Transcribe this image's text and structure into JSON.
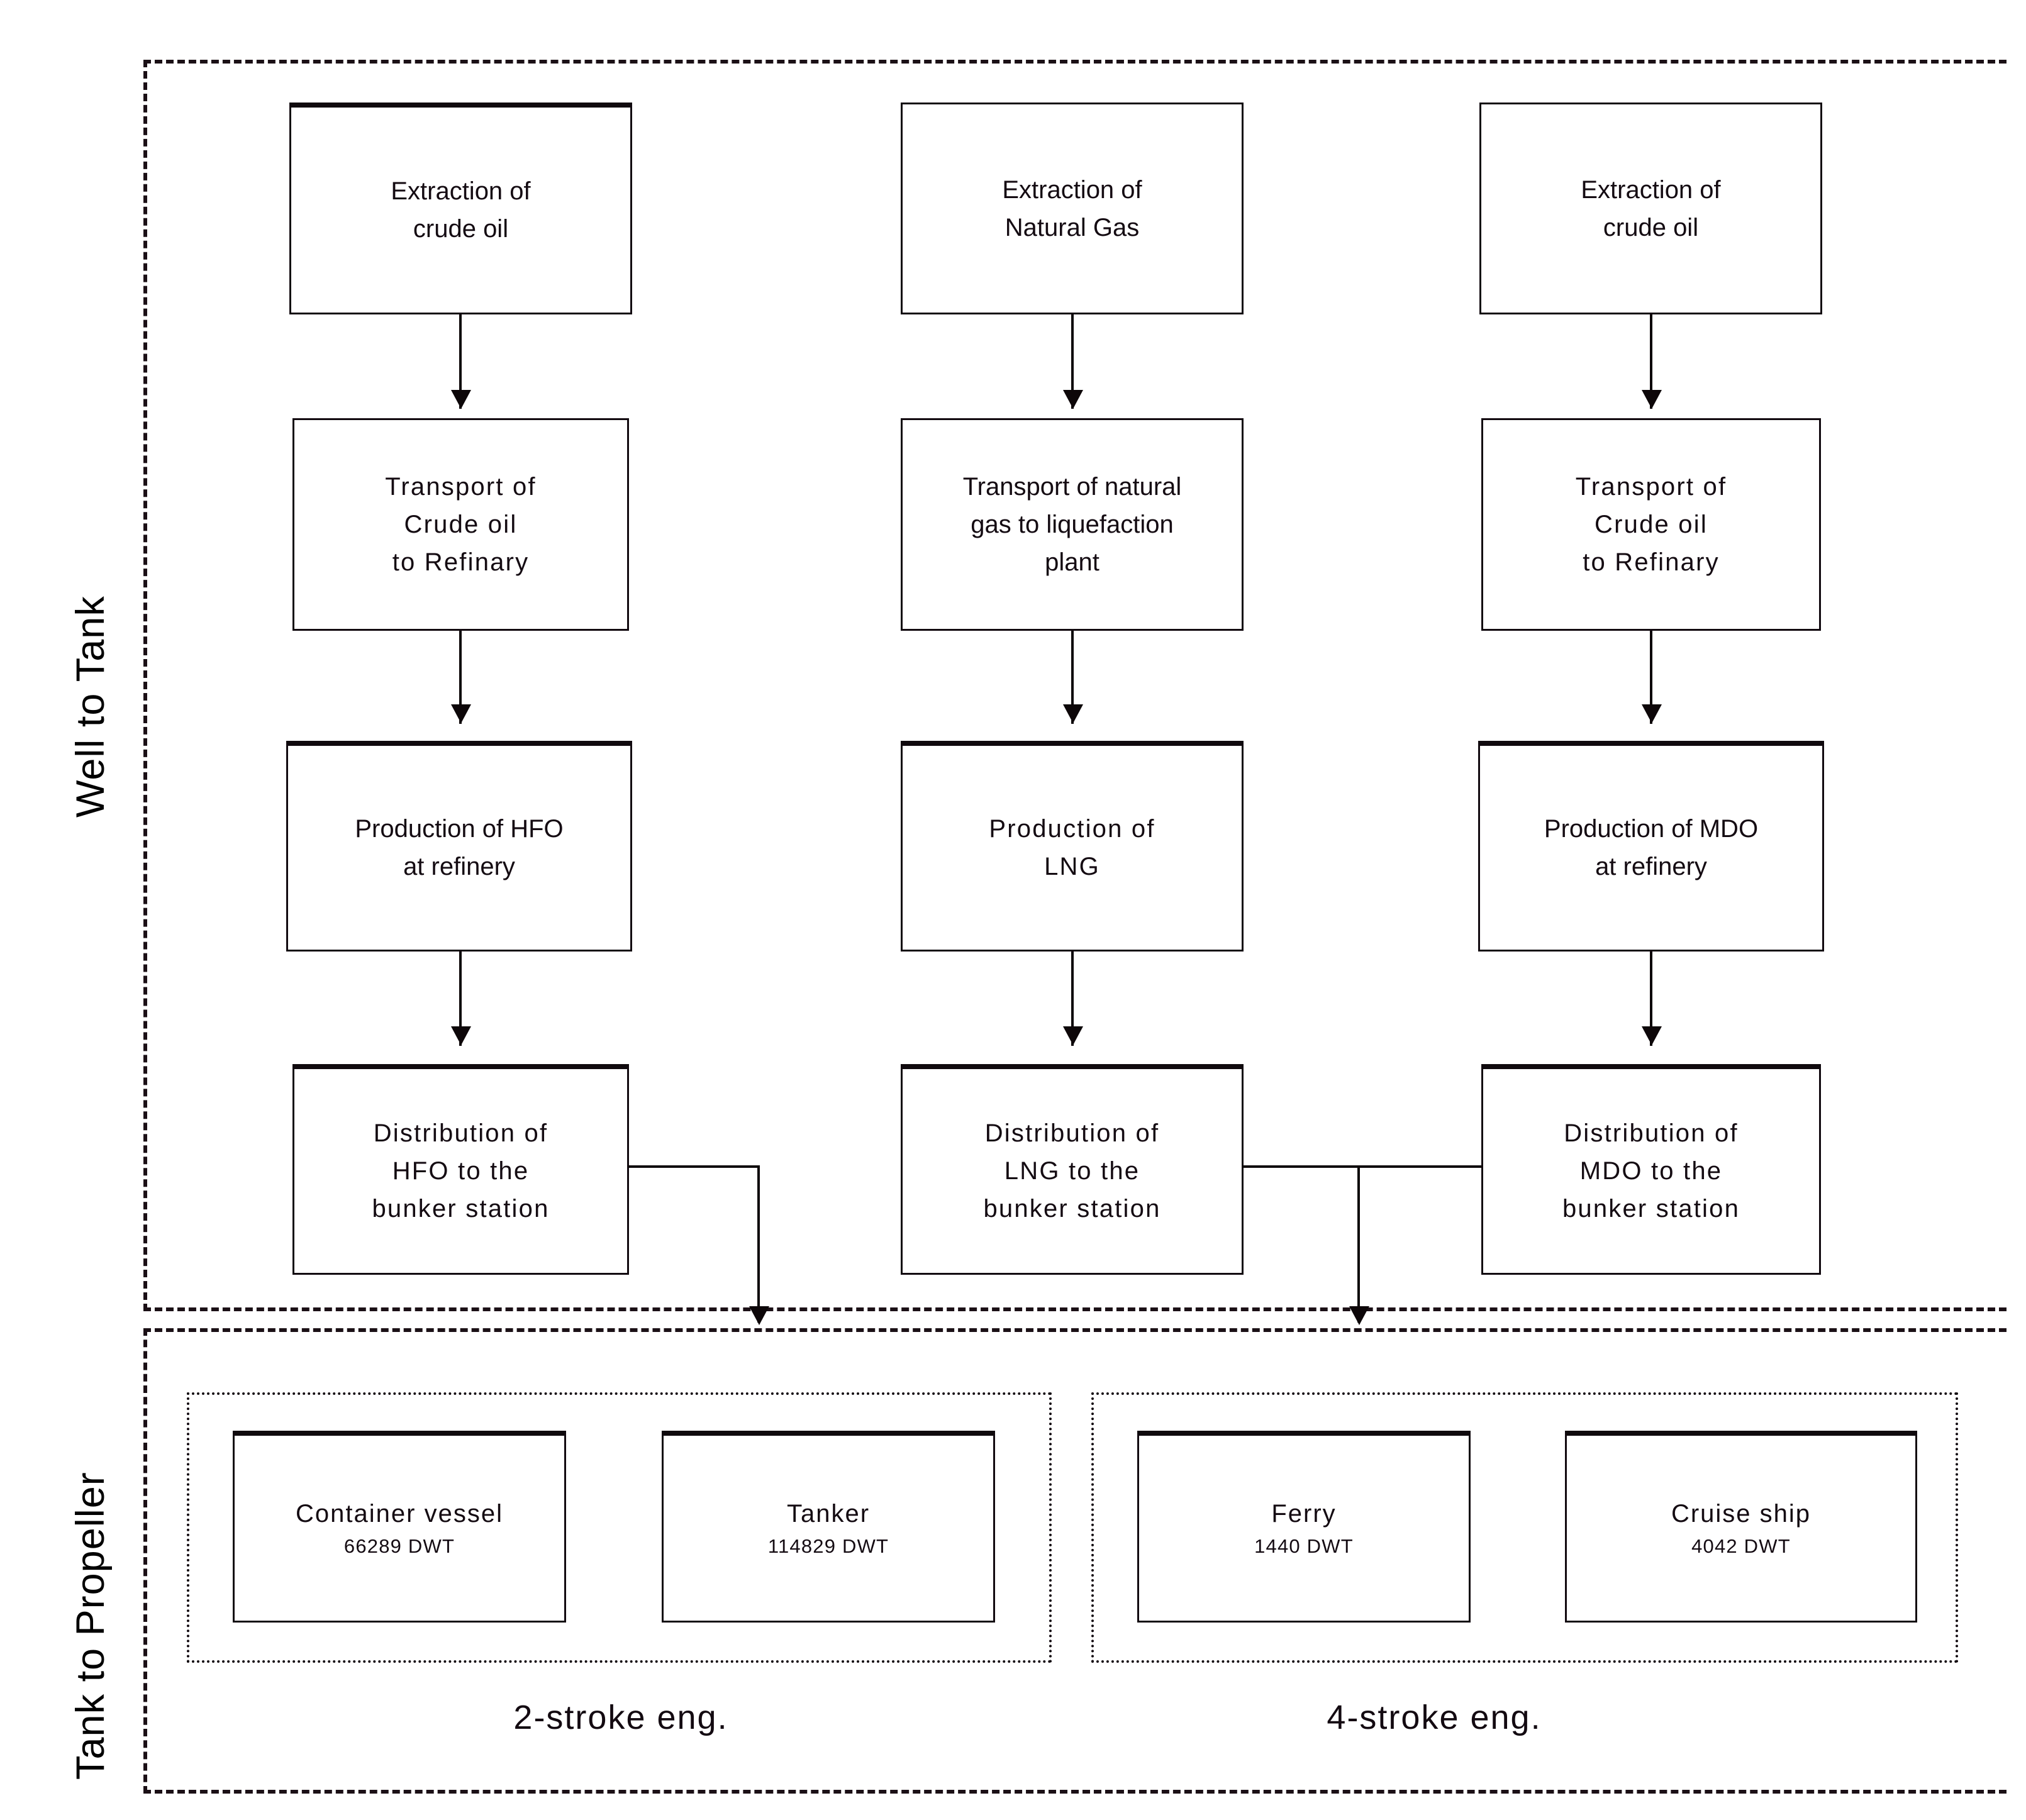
{
  "diagram": {
    "title": "Well to Tank / Tank to Propeller life-cycle flow chart",
    "regions": {
      "well_to_tank": "Well to Tank",
      "tank_to_propeller": "Tank to Propeller"
    },
    "columns": [
      {
        "id": "hfo",
        "steps": [
          "Extraction of\ncrude oil",
          "Transport of\nCrude oil\nto Refinary",
          "Production of HFO\nat refinery",
          "Distribution of\nHFO to the\nbunker station"
        ]
      },
      {
        "id": "lng",
        "steps": [
          "Extraction of\nNatural Gas",
          "Transport of natural\ngas to liquefaction\nplant",
          "Production of\nLNG",
          "Distribution of\nLNG to the\nbunker station"
        ]
      },
      {
        "id": "mdo",
        "steps": [
          "Extraction of\ncrude oil",
          "Transport of\nCrude oil\nto Refinary",
          "Production of MDO\nat refinery",
          "Distribution of\nMDO to the\nbunker station"
        ]
      }
    ],
    "engine_groups": [
      {
        "id": "two-stroke",
        "label": "2-stroke eng.",
        "vessels": [
          {
            "name": "Container vessel",
            "dwt": "66289 DWT"
          },
          {
            "name": "Tanker",
            "dwt": "114829 DWT"
          }
        ]
      },
      {
        "id": "four-stroke",
        "label": "4-stroke eng.",
        "vessels": [
          {
            "name": "Ferry",
            "dwt": "1440 DWT"
          },
          {
            "name": "Cruise ship",
            "dwt": "4042 DWT"
          }
        ]
      }
    ],
    "colors": {
      "line": "#0d0709",
      "text": "#140b12",
      "background": "#ffffff"
    }
  }
}
